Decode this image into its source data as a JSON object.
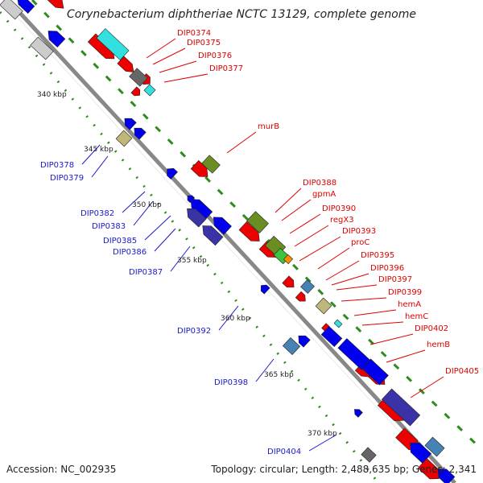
{
  "header": {
    "title": "Corynebacterium diphtheriae NCTC 13129, complete genome"
  },
  "footer": {
    "accession": "Accession: NC_002935",
    "topology": "Topology: circular; Length: 2,488,635 bp; Genes: 2,341"
  },
  "colors": {
    "forward": "#ee0000",
    "reverse": "#0000ee",
    "backbone": "#888888",
    "tick": "#2e8b1e",
    "cyan": "#33e0e0",
    "olive": "#6b8e23",
    "tan": "#bfb77a",
    "steel": "#4682b4",
    "navy": "#3a33a8",
    "gray": "#666666"
  },
  "ruler_labels": [
    "340 kbp",
    "345 kbp",
    "350 kbp",
    "355 kbp",
    "360 kbp",
    "365 kbp",
    "370 kbp"
  ],
  "forward_labels": [
    "DIP0374",
    "DIP0375",
    "DIP0376",
    "DIP0377",
    "murB",
    "DIP0388",
    "gpmA",
    "DIP0390",
    "regX3",
    "DIP0393",
    "proC",
    "DIP0395",
    "DIP0396",
    "DIP0397",
    "DIP0399",
    "hemA",
    "hemC",
    "DIP0402",
    "hemB",
    "DIP0405"
  ],
  "reverse_labels": [
    "DIP0378",
    "DIP0379",
    "DIP0382",
    "DIP0383",
    "DIP0385",
    "DIP0386",
    "DIP0387",
    "DIP0392",
    "DIP0398",
    "DIP0404"
  ]
}
